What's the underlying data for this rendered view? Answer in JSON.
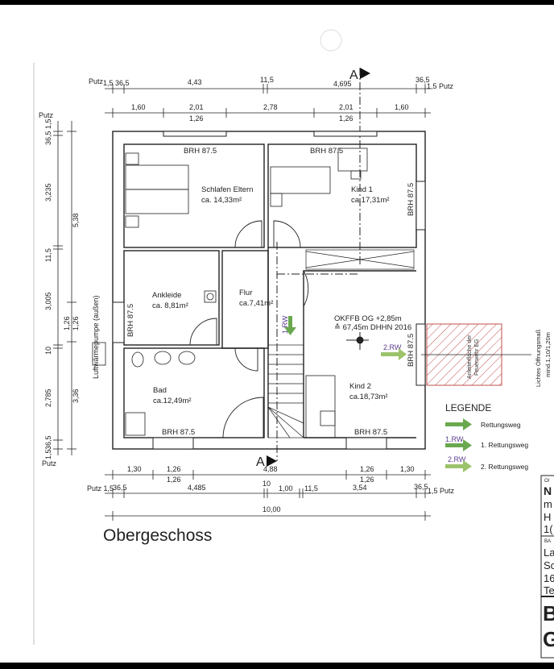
{
  "title": "Obergeschoss",
  "section_marker": "A",
  "dims_top_1": [
    "Putz",
    "1,5",
    "36,5",
    "4,43",
    "11,5",
    "4,695",
    "36,5",
    "1,5 Putz"
  ],
  "dims_top_2": [
    "1,60",
    "2,01",
    "1,26",
    "2,78",
    "2,01",
    "1,26",
    "1,60"
  ],
  "dims_bottom_1": [
    "1,30",
    "1,26",
    "1,26",
    "4,88",
    "1,26",
    "1,26",
    "1,30"
  ],
  "dims_bottom_2": [
    "Putz 1,5",
    "36,5",
    "4,485",
    "10",
    "1,00",
    "11,5",
    "3,54",
    "36,5",
    "1,5 Putz"
  ],
  "dims_bottom_3": [
    "10,00"
  ],
  "dims_left": [
    "Putz",
    "36,5",
    "1,5",
    "3,235",
    "5,38",
    "11,5",
    "3,005",
    "1,26",
    "1,26",
    "10",
    "2,785",
    "3,36",
    "1,5",
    "36,5",
    "Putz"
  ],
  "heat_pump": "Luftwärmepumpe (außen)",
  "rooms": [
    {
      "name": "Schlafen Eltern",
      "area": "ca. 14,33m²"
    },
    {
      "name": "Kind 1",
      "area": "ca.17,31m²"
    },
    {
      "name": "Ankleide",
      "area": "ca. 8,81m²"
    },
    {
      "name": "Flur",
      "area": "ca.7,41m²"
    },
    {
      "name": "Bad",
      "area": "ca.12,49m²"
    },
    {
      "name": "Kind 2",
      "area": "ca.18,73m²"
    }
  ],
  "brh": "BRH 87.5",
  "level_note": [
    "OKFFB OG +2,85m",
    "≙ 67,45m DHHN 2016"
  ],
  "rw1": "1.RW",
  "rw2": "2.RW",
  "fire_area": [
    "Anleiterfläche der",
    "Feuerwehr EG"
  ],
  "opening_note": [
    "Lichtes Öffnungsmaß",
    "mind.1,10/1,20m"
  ],
  "legend": {
    "title": "LEGENDE",
    "items": [
      {
        "label": "Rettungsweg",
        "tag": ""
      },
      {
        "label": "1. Rettungsweg",
        "tag": "1.RW"
      },
      {
        "label": "2. Rettungsweg",
        "tag": "2.RW"
      }
    ]
  },
  "title_block_fragments": [
    "Ol",
    "N",
    "m",
    "H",
    "1(",
    "BA",
    "La",
    "Sc",
    "16",
    "Te",
    "B",
    "G"
  ],
  "colors": {
    "arrow_green": "#6aa84f",
    "arrow_light_green": "#9cc36b",
    "rw_text": "#5b3d8f",
    "hatch": "#c0504d"
  }
}
